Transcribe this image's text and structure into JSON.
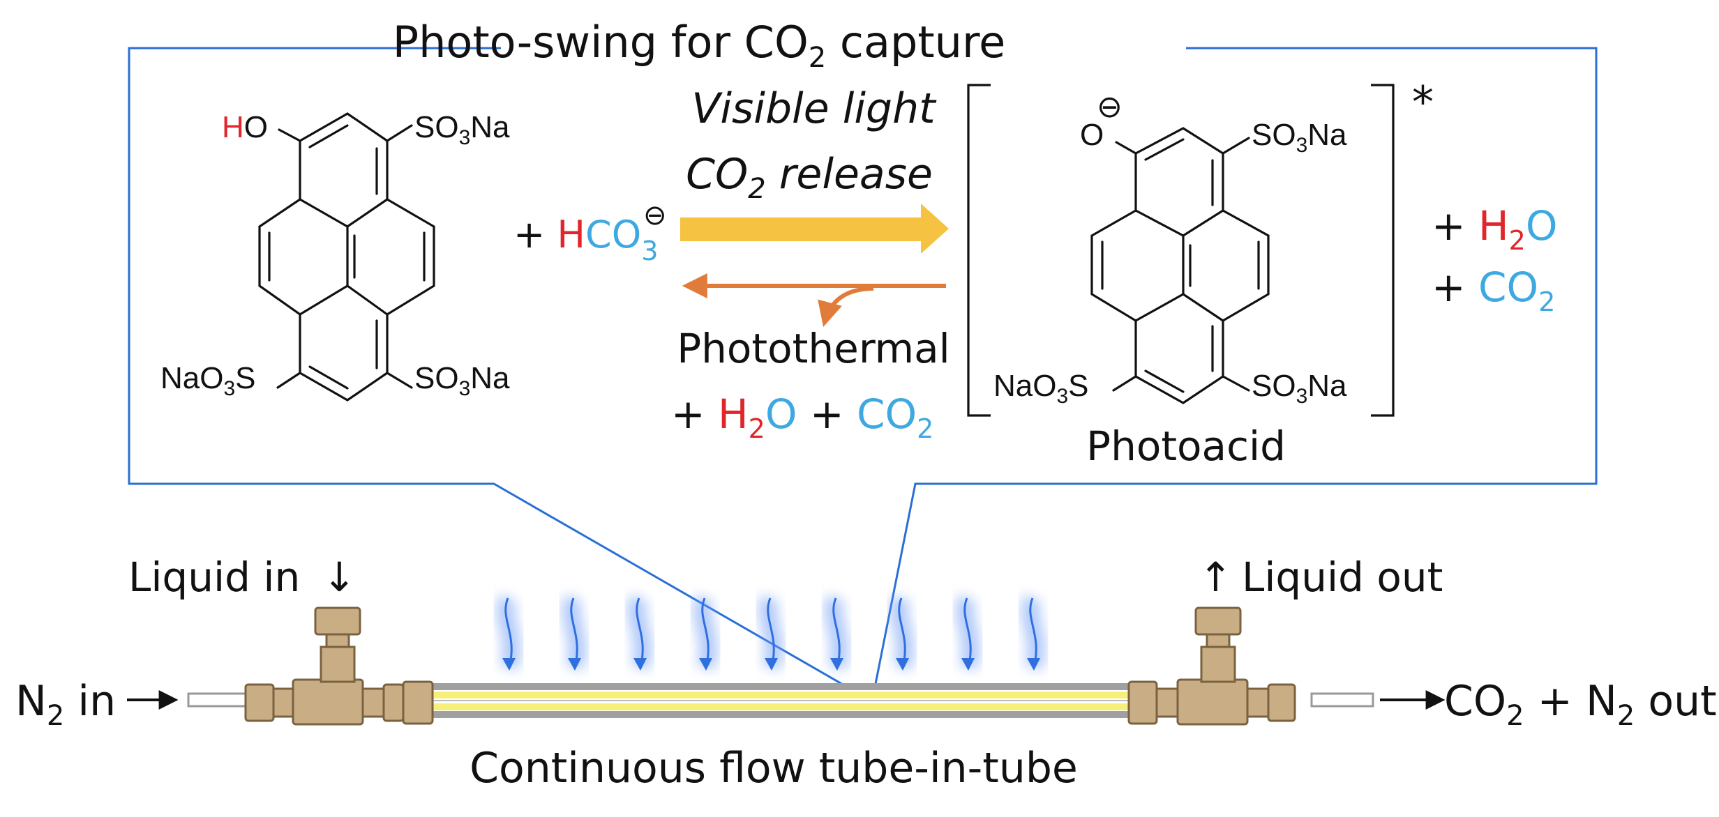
{
  "panel": {
    "title_pre": "Photo-swing for CO",
    "title_sub": "2",
    "title_post": " capture"
  },
  "reactant": {
    "oh_h": "H",
    "oh_o": "O",
    "so3na_top_a": "SO",
    "so3na_top_b": "3",
    "so3na_top_c": "Na",
    "nao3s_a": "NaO",
    "nao3s_b": "3",
    "nao3s_c": "S",
    "so3na_bot_a": "SO",
    "so3na_bot_b": "3",
    "so3na_bot_c": "Na"
  },
  "bicarbonate": {
    "plus": "+ ",
    "h": "H",
    "co": "CO",
    "sub": "3",
    "charge": "⊖"
  },
  "forward": {
    "line1": "Visible light",
    "line2_a": "CO",
    "line2_sub": "2",
    "line2_b": " release",
    "arrow_color": "#f5c242"
  },
  "reverse": {
    "label": "Photothermal",
    "plus1": "+ ",
    "h2o_h": "H",
    "h2o_sub": "2",
    "h2o_o": "O",
    "plus2": "  + ",
    "co2_a": "CO",
    "co2_sub": "2",
    "arrow_color": "#e07b39"
  },
  "product": {
    "o": "O",
    "charge": "⊖",
    "so3na_top_a": "SO",
    "so3na_top_b": "3",
    "so3na_top_c": "Na",
    "nao3s_a": "NaO",
    "nao3s_b": "3",
    "nao3s_c": "S",
    "so3na_bot_a": "SO",
    "so3na_bot_b": "3",
    "so3na_bot_c": "Na",
    "excited_mark": "*",
    "caption": "Photoacid",
    "side_plus1": "+ ",
    "side_h2o_h": "H",
    "side_h2o_sub": "2",
    "side_h2o_o": "O",
    "side_plus2": "+ ",
    "side_co2_a": "CO",
    "side_co2_sub": "2"
  },
  "apparatus": {
    "liquid_in": "Liquid in",
    "liquid_in_arrow": "↓",
    "liquid_out": "Liquid out",
    "liquid_out_arrow": "↑",
    "n2_in_a": "N",
    "n2_in_sub": "2",
    "n2_in_b": " in",
    "out_a": "CO",
    "out_sub1": "2",
    "out_b": " + N",
    "out_sub2": "2",
    "out_c": " out",
    "caption": "Continuous flow tube-in-tube",
    "light_rays": 9
  },
  "colors": {
    "panel_border": "#2a6fd6",
    "fitting": "#c9ad84",
    "fitting_edge": "#7a6240",
    "tube_gray": "#a0a0a0",
    "tube_yellow": "#f6f07a",
    "light_blue": "#2f6fe0",
    "red": "#e0262a",
    "blue": "#3ea8e0"
  }
}
